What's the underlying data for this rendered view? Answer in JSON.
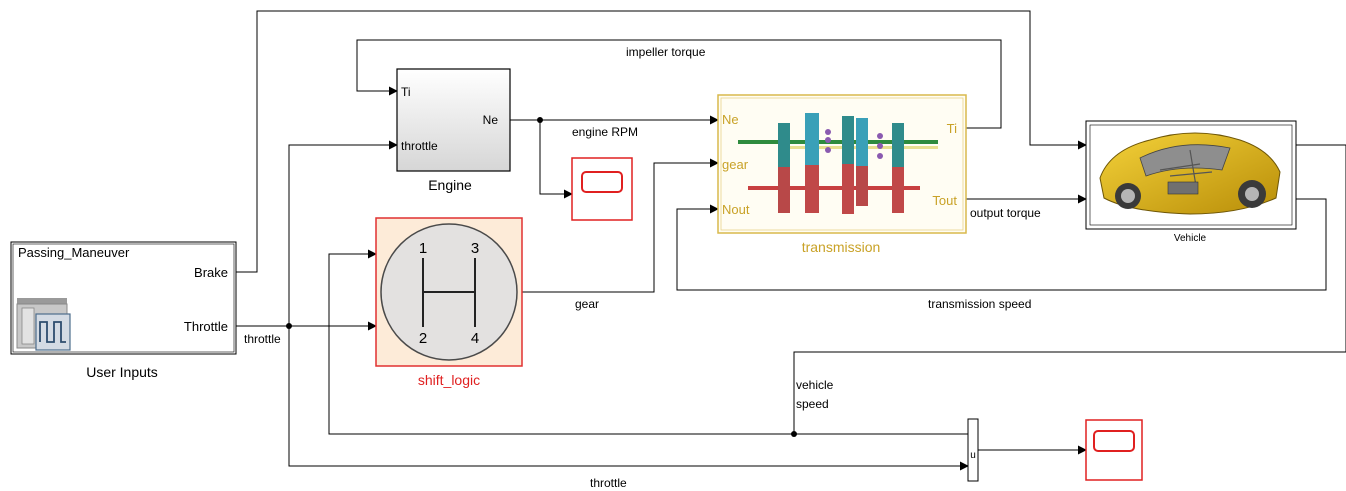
{
  "blocks": {
    "user_inputs": {
      "title": "Passing_Maneuver",
      "port_brake": "Brake",
      "port_throttle": "Throttle",
      "name": "User Inputs"
    },
    "engine": {
      "port_ti": "Ti",
      "port_throttle": "throttle",
      "port_ne": "Ne",
      "name": "Engine"
    },
    "shift_logic": {
      "gear_1": "1",
      "gear_2": "2",
      "gear_3": "3",
      "gear_4": "4",
      "name": "shift_logic"
    },
    "transmission": {
      "port_ne": "Ne",
      "port_gear": "gear",
      "port_nout": "Nout",
      "port_ti": "Ti",
      "port_tout": "Tout",
      "name": "transmission"
    },
    "vehicle": {
      "name": "Vehicle"
    },
    "mux": {
      "port_label": "u"
    }
  },
  "signals": {
    "impeller_torque": "impeller torque",
    "engine_rpm": "engine RPM",
    "output_torque": "output torque",
    "transmission_speed": "transmission speed",
    "gear": "gear",
    "throttle_upper": "throttle",
    "throttle_lower": "throttle",
    "vehicle_speed_line1": "vehicle",
    "vehicle_speed_line2": "speed"
  },
  "colors": {
    "line": "#000000",
    "subsystem_border": "#d9b94c",
    "subsystem_label": "#c9a227",
    "chart_border": "#e03030",
    "chart_fill": "#fdebd8",
    "chart_label": "#e02020",
    "scope_border": "#e02020"
  }
}
